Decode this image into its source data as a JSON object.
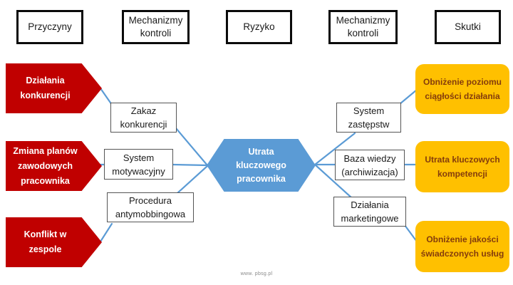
{
  "diagram": {
    "type": "bowtie-risk-diagram",
    "headers": [
      {
        "label": "Przyczyny"
      },
      {
        "label": "Mechanizmy kontroli"
      },
      {
        "label": "Ryzyko"
      },
      {
        "label": "Mechanizmy kontroli"
      },
      {
        "label": "Skutki"
      }
    ],
    "causes": [
      {
        "label": "Działania konkurencji"
      },
      {
        "label": "Zmiana planów zawodowych pracownika"
      },
      {
        "label": "Konflikt w zespole"
      }
    ],
    "left_controls": [
      {
        "label": "Zakaz konkurencji"
      },
      {
        "label": "System motywacyjny"
      },
      {
        "label": "Procedura antymobbingowa"
      }
    ],
    "risk": {
      "label": "Utrata kluczowego pracownika"
    },
    "right_controls": [
      {
        "label": "System zastępstw"
      },
      {
        "label": "Baza wiedzy (archiwizacja)"
      },
      {
        "label": "Działania marketingowe"
      }
    ],
    "effects": [
      {
        "label": "Obniżenie poziomu ciągłości działania"
      },
      {
        "label": "Utrata kluczowych kompetencji"
      },
      {
        "label": "Obniżenie jakości świadczonych usług"
      }
    ],
    "footer": "www. pbsg.pl",
    "colors": {
      "cause_fill": "#C00000",
      "cause_text": "#FFFFFF",
      "risk_fill": "#5B9BD5",
      "risk_text": "#FFFFFF",
      "effect_fill": "#FFC000",
      "effect_text": "#843C0C",
      "connector": "#5B9BD5",
      "header_border": "#0A0A0A"
    }
  }
}
